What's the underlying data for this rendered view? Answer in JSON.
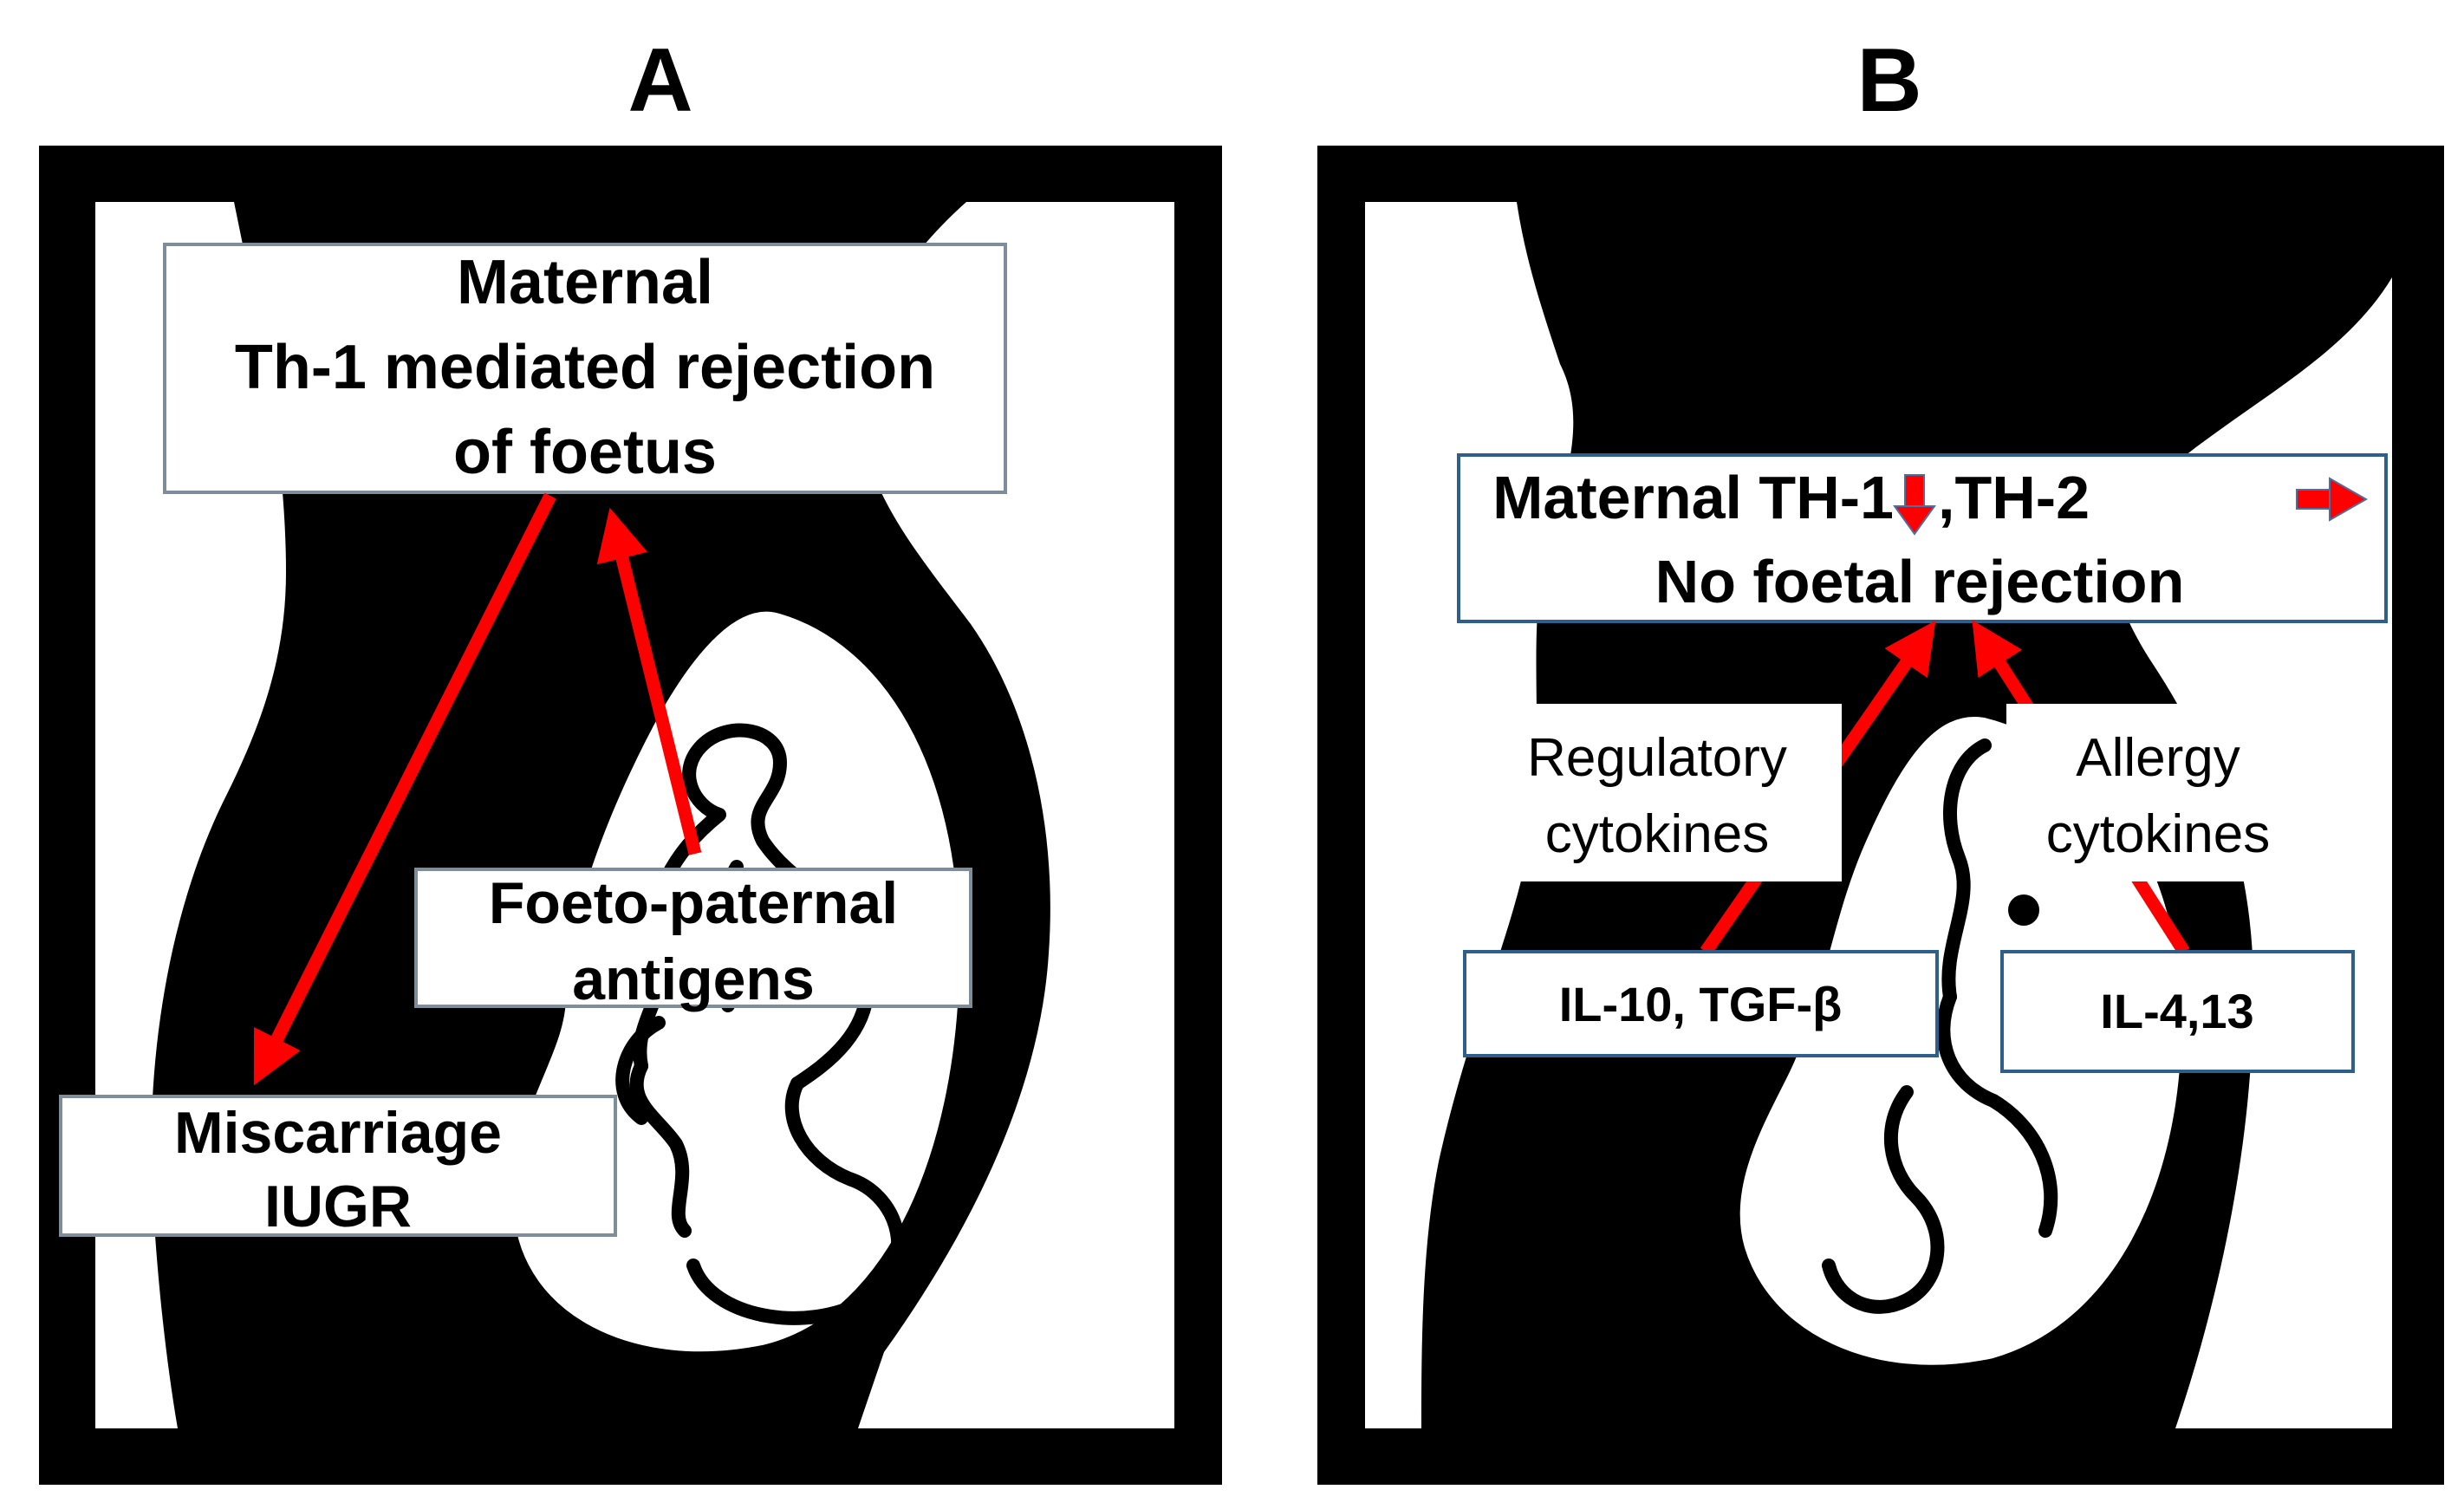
{
  "panel_a": {
    "title": "A",
    "maternal_box": {
      "line1": "Maternal",
      "line2": "Th-1 mediated rejection",
      "line3": "of foetus"
    },
    "antigens_box": {
      "line1": "Foeto-paternal",
      "line2": "antigens"
    },
    "outcome_box": {
      "line1": "Miscarriage",
      "line2": "IUGR"
    }
  },
  "panel_b": {
    "title": "B",
    "maternal_box": {
      "line1_prefix": "Maternal TH-1",
      "line1_mid": ",TH-2",
      "line2": "No foetal rejection"
    },
    "regulatory_label": {
      "line1": "Regulatory",
      "line2": "cytokines"
    },
    "allergy_label": {
      "line1": "Allergy",
      "line2": "cytokines"
    },
    "il10_box": "IL-10, TGF-β",
    "il4_box": "IL-4,13"
  },
  "colors": {
    "arrow": "#ff0000",
    "silhouette": "#000000",
    "box_border_a": "#7f8c99",
    "box_border_b": "#2e5e8a",
    "background": "#ffffff"
  }
}
